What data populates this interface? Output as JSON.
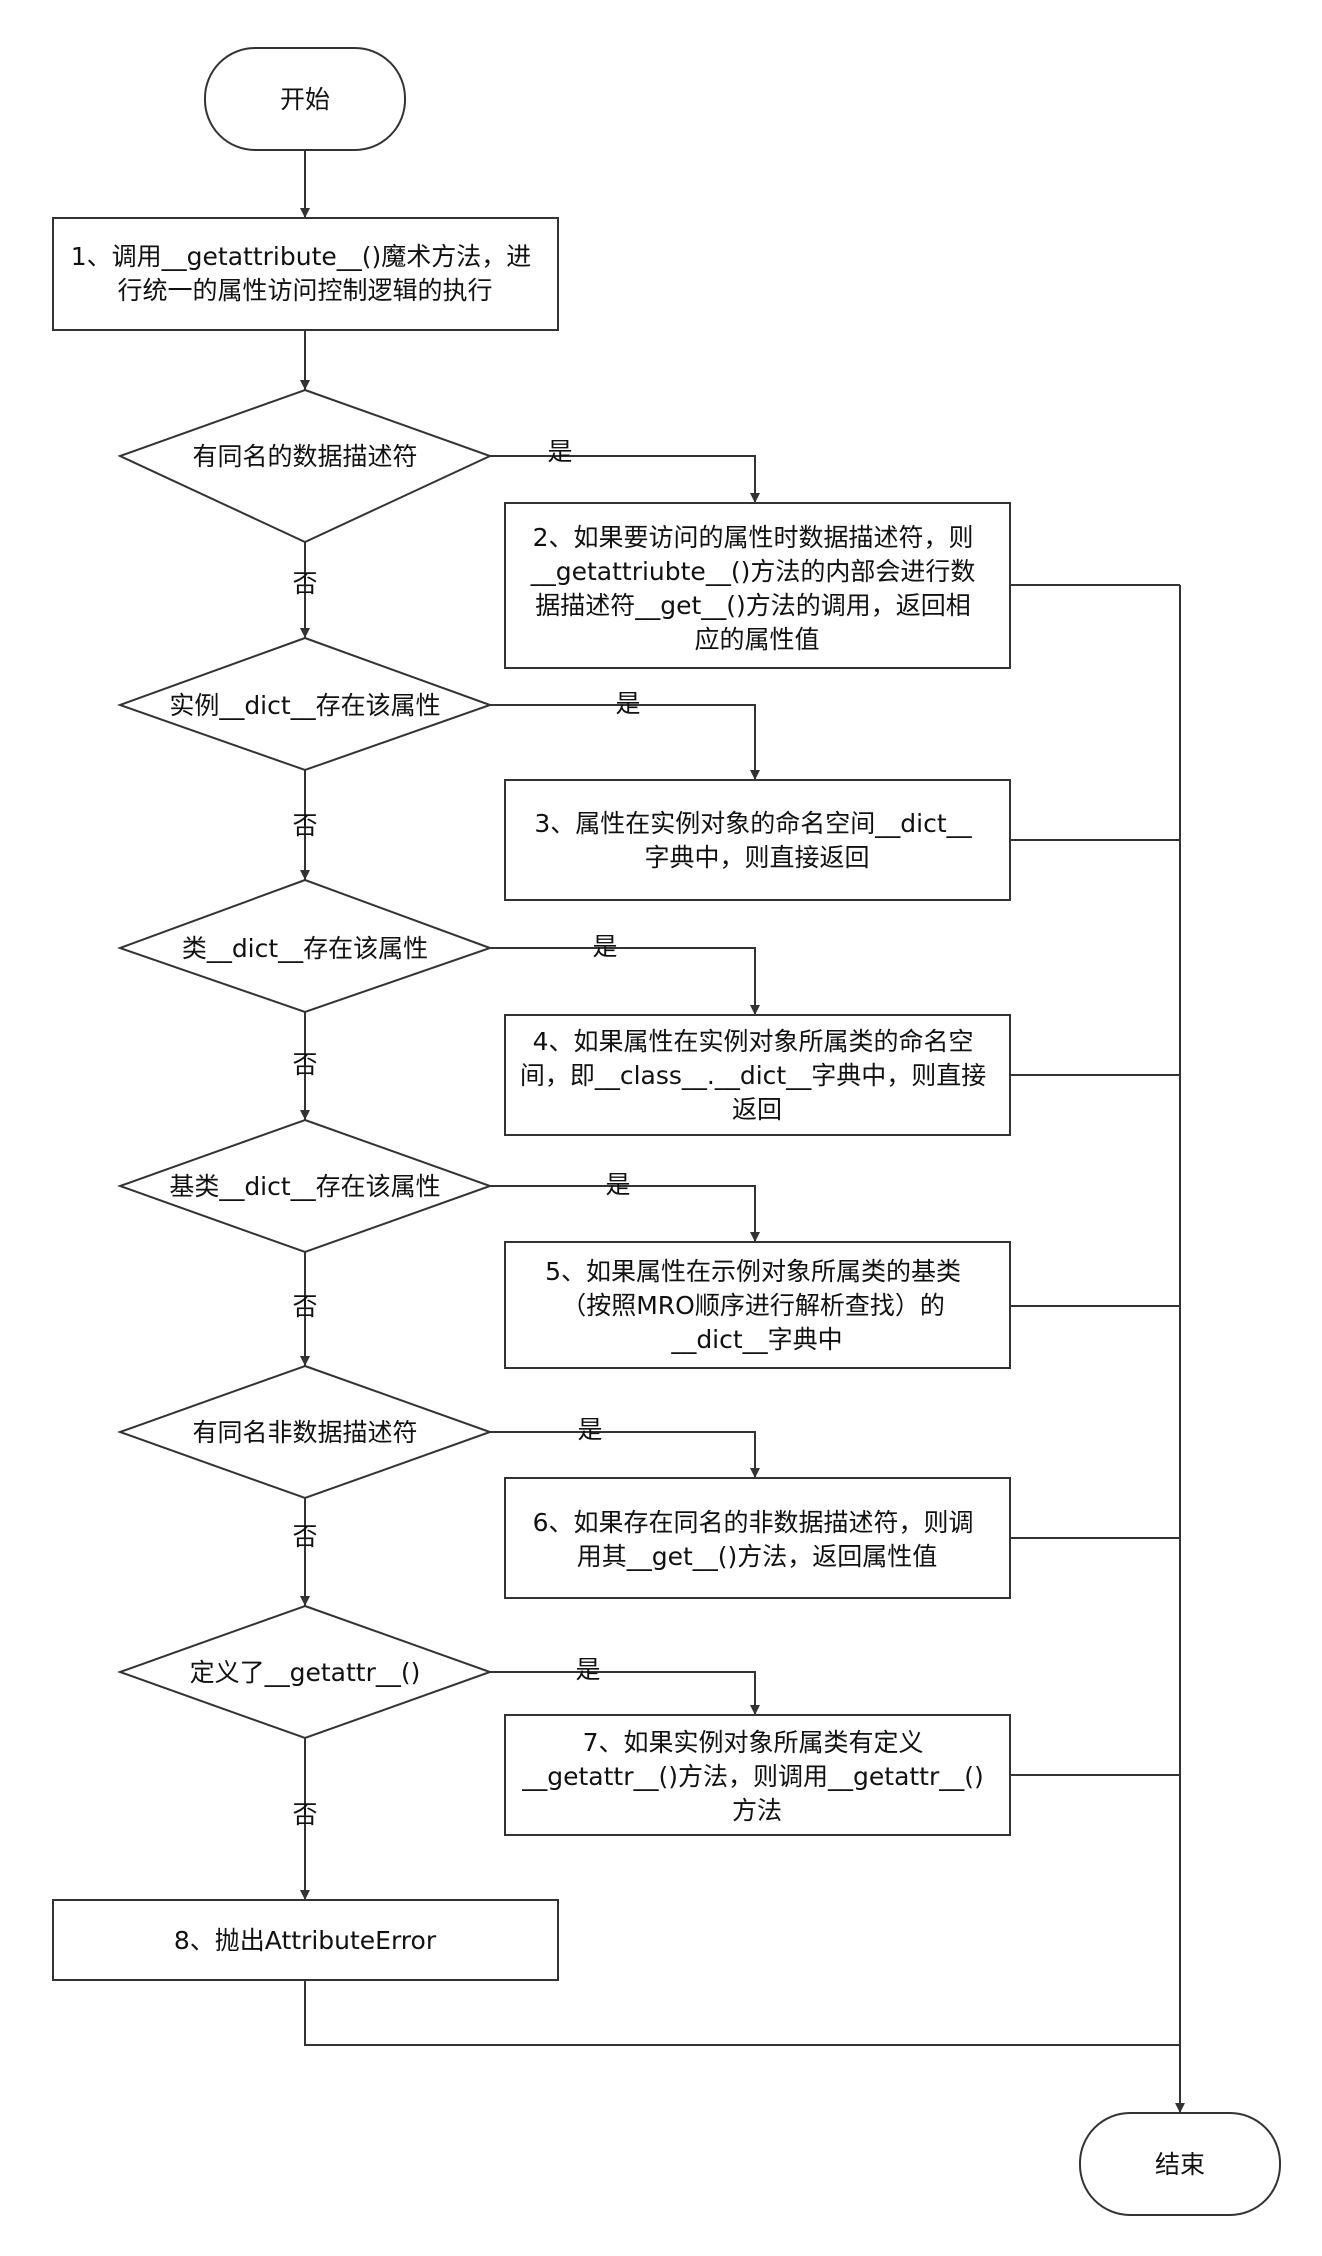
{
  "nodes": {
    "start": "开始",
    "step1": [
      "1、调用__getattribute__()魔术方法，进",
      "行统一的属性访问控制逻辑的执行"
    ],
    "d1": "有同名的数据描述符",
    "step2": [
      "2、如果要访问的属性时数据描述符，则",
      "__getattriubte__()方法的内部会进行数",
      "据描述符__get__()方法的调用，返回相",
      "应的属性值"
    ],
    "d2": "实例__dict__存在该属性",
    "step3": [
      "3、属性在实例对象的命名空间__dict__",
      "字典中，则直接返回"
    ],
    "d3": "类__dict__存在该属性",
    "step4": [
      "4、如果属性在实例对象所属类的命名空",
      "间，即__class__.__dict__字典中，则直接",
      "返回"
    ],
    "d4": "基类__dict__存在该属性",
    "step5": [
      "5、如果属性在示例对象所属类的基类",
      "（按照MRO顺序进行解析查找）的",
      "__dict__字典中"
    ],
    "d5": "有同名非数据描述符",
    "step6": [
      "6、如果存在同名的非数据描述符，则调",
      "用其__get__()方法，返回属性值"
    ],
    "d6": "定义了__getattr__()",
    "step7": [
      "7、如果实例对象所属类有定义",
      "__getattr__()方法，则调用__getattr__()",
      "方法"
    ],
    "step8": "8、抛出AttributeError",
    "end": "结束"
  },
  "labels": {
    "yes": "是",
    "no": "否"
  }
}
